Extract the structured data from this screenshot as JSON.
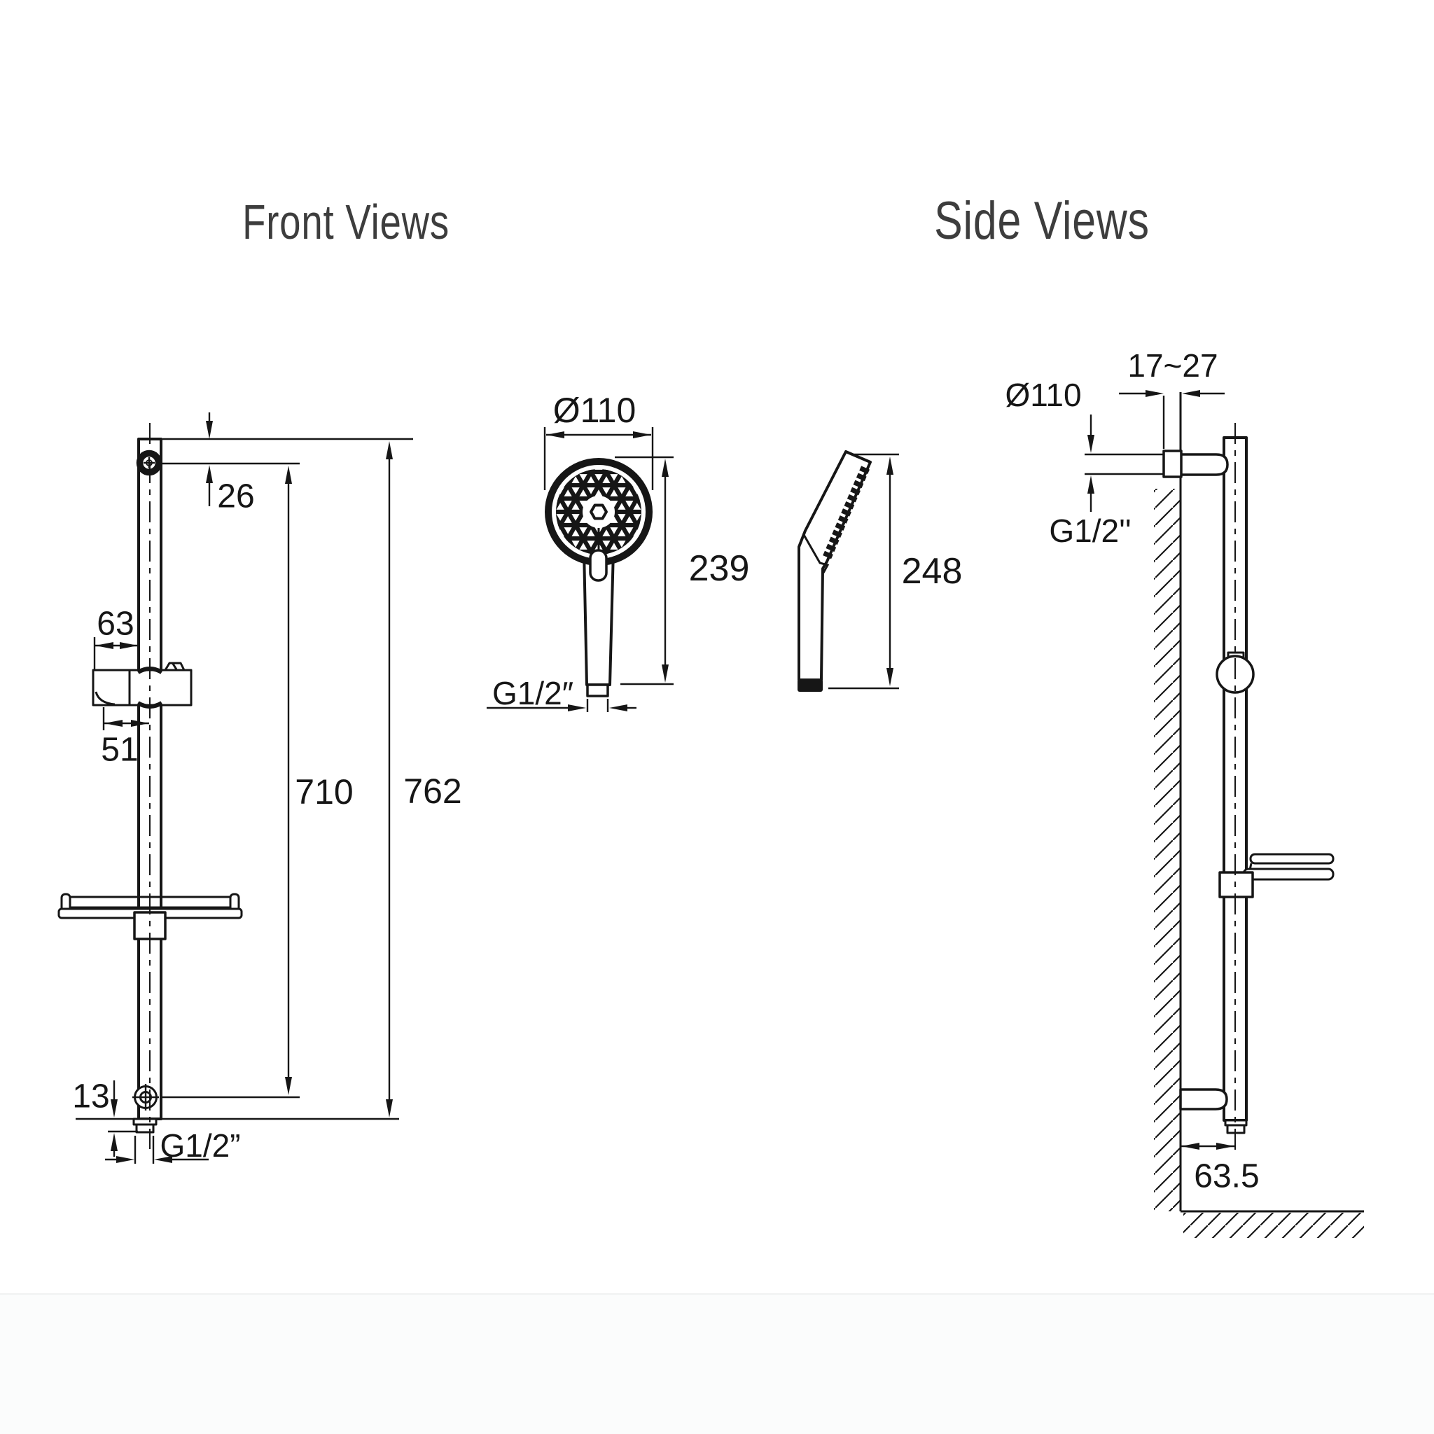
{
  "titles": {
    "front": "Front Views",
    "side": "Side Views"
  },
  "colors": {
    "ink": "#161616",
    "background": "#ffffff",
    "title": "#3d3d3d"
  },
  "front": {
    "dims": {
      "top_offset": "26",
      "holder_width": "63",
      "holder_offset": "51",
      "bar_length": "710",
      "overall_length": "762",
      "outlet_height": "13",
      "outlet_thread": "G1/2”",
      "head_diameter": "Ø110",
      "handshower_length": "239",
      "handshower_thread": "G1/2″"
    }
  },
  "side": {
    "dims": {
      "handshower_length": "248",
      "bracket_depth_range": "17~27",
      "head_diameter": "Ø110",
      "supply_thread": "G1/2''",
      "outlet_offset": "63.5"
    }
  }
}
